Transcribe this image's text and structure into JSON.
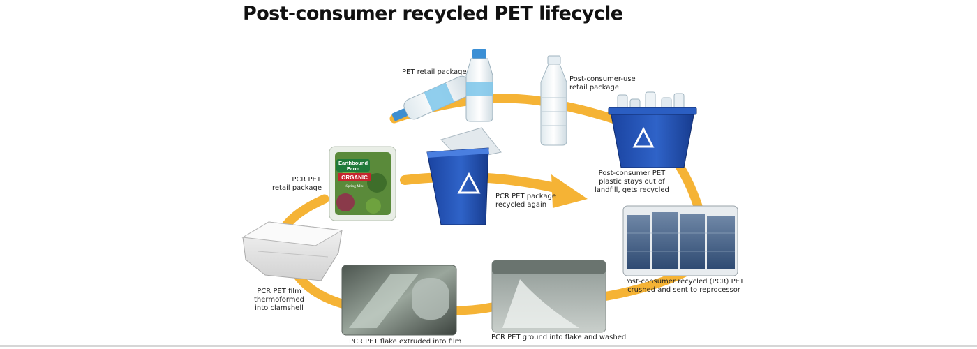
{
  "title": "Post-consumer recycled PET lifecycle",
  "colors": {
    "arrow": "#f5b335",
    "bin_blue": "#1f4fb0",
    "bin_blue_light": "#3d72d6"
  },
  "stages": [
    {
      "id": "pet-retail-package",
      "lines": [
        "PET retail package"
      ]
    },
    {
      "id": "post-consumer-use",
      "lines": [
        "Post-consumer-use",
        "retail package"
      ]
    },
    {
      "id": "stays-out-of-landfill",
      "lines": [
        "Post-consumer PET",
        "plastic stays out of",
        "landfill, gets recycled"
      ]
    },
    {
      "id": "crushed",
      "lines": [
        "Post-consumer recycled (PCR) PET",
        "crushed and sent to reprocessor"
      ]
    },
    {
      "id": "ground-into-flake",
      "lines": [
        "PCR PET ground into flake and washed"
      ]
    },
    {
      "id": "extruded-into-film",
      "lines": [
        "PCR PET flake extruded into film"
      ]
    },
    {
      "id": "thermoformed",
      "lines": [
        "PCR PET film",
        "thermoformed",
        "into clamshell"
      ]
    },
    {
      "id": "pcr-retail-package",
      "lines": [
        "PCR PET",
        "retail package"
      ]
    },
    {
      "id": "recycled-again",
      "lines": [
        "PCR PET package",
        "recycled again"
      ]
    }
  ],
  "package_text": {
    "brand_line1": "Earthbound",
    "brand_line2": "Farm",
    "organic": "ORGANIC",
    "product": "Spring Mix"
  }
}
